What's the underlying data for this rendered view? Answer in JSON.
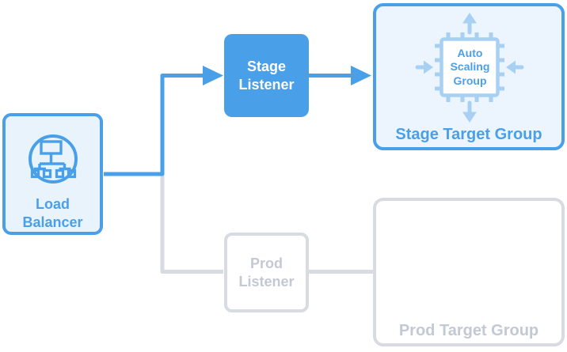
{
  "colors": {
    "primary_blue": "#4A9FE9",
    "light_blue_fill": "#E9F3FC",
    "lighter_blue_fill": "#ECF5FD",
    "accent_light_blue": "#A7D0F3",
    "inactive_border_gray": "#D8DBE1",
    "inactive_text_gray": "#C3C9D4",
    "white": "#FFFFFF"
  },
  "nodes": {
    "load_balancer": {
      "label": "Load Balancer",
      "icon": "load-balancer-icon",
      "state": "active"
    },
    "stage_listener": {
      "label": "Stage Listener",
      "state": "active"
    },
    "prod_listener": {
      "label": "Prod Listener",
      "state": "inactive"
    },
    "stage_target_group": {
      "label": "Stage Target Group",
      "icon": "auto-scaling-group-icon",
      "icon_label": "Auto Scaling Group",
      "state": "active"
    },
    "prod_target_group": {
      "label": "Prod Target Group",
      "state": "inactive"
    }
  },
  "connectors": [
    {
      "from": "load_balancer",
      "to": "stage_listener",
      "style": "blue-arrow"
    },
    {
      "from": "stage_listener",
      "to": "stage_target_group",
      "style": "blue-arrow"
    },
    {
      "from": "load_balancer",
      "to": "prod_listener",
      "style": "gray-line"
    },
    {
      "from": "prod_listener",
      "to": "prod_target_group",
      "style": "gray-line"
    }
  ]
}
